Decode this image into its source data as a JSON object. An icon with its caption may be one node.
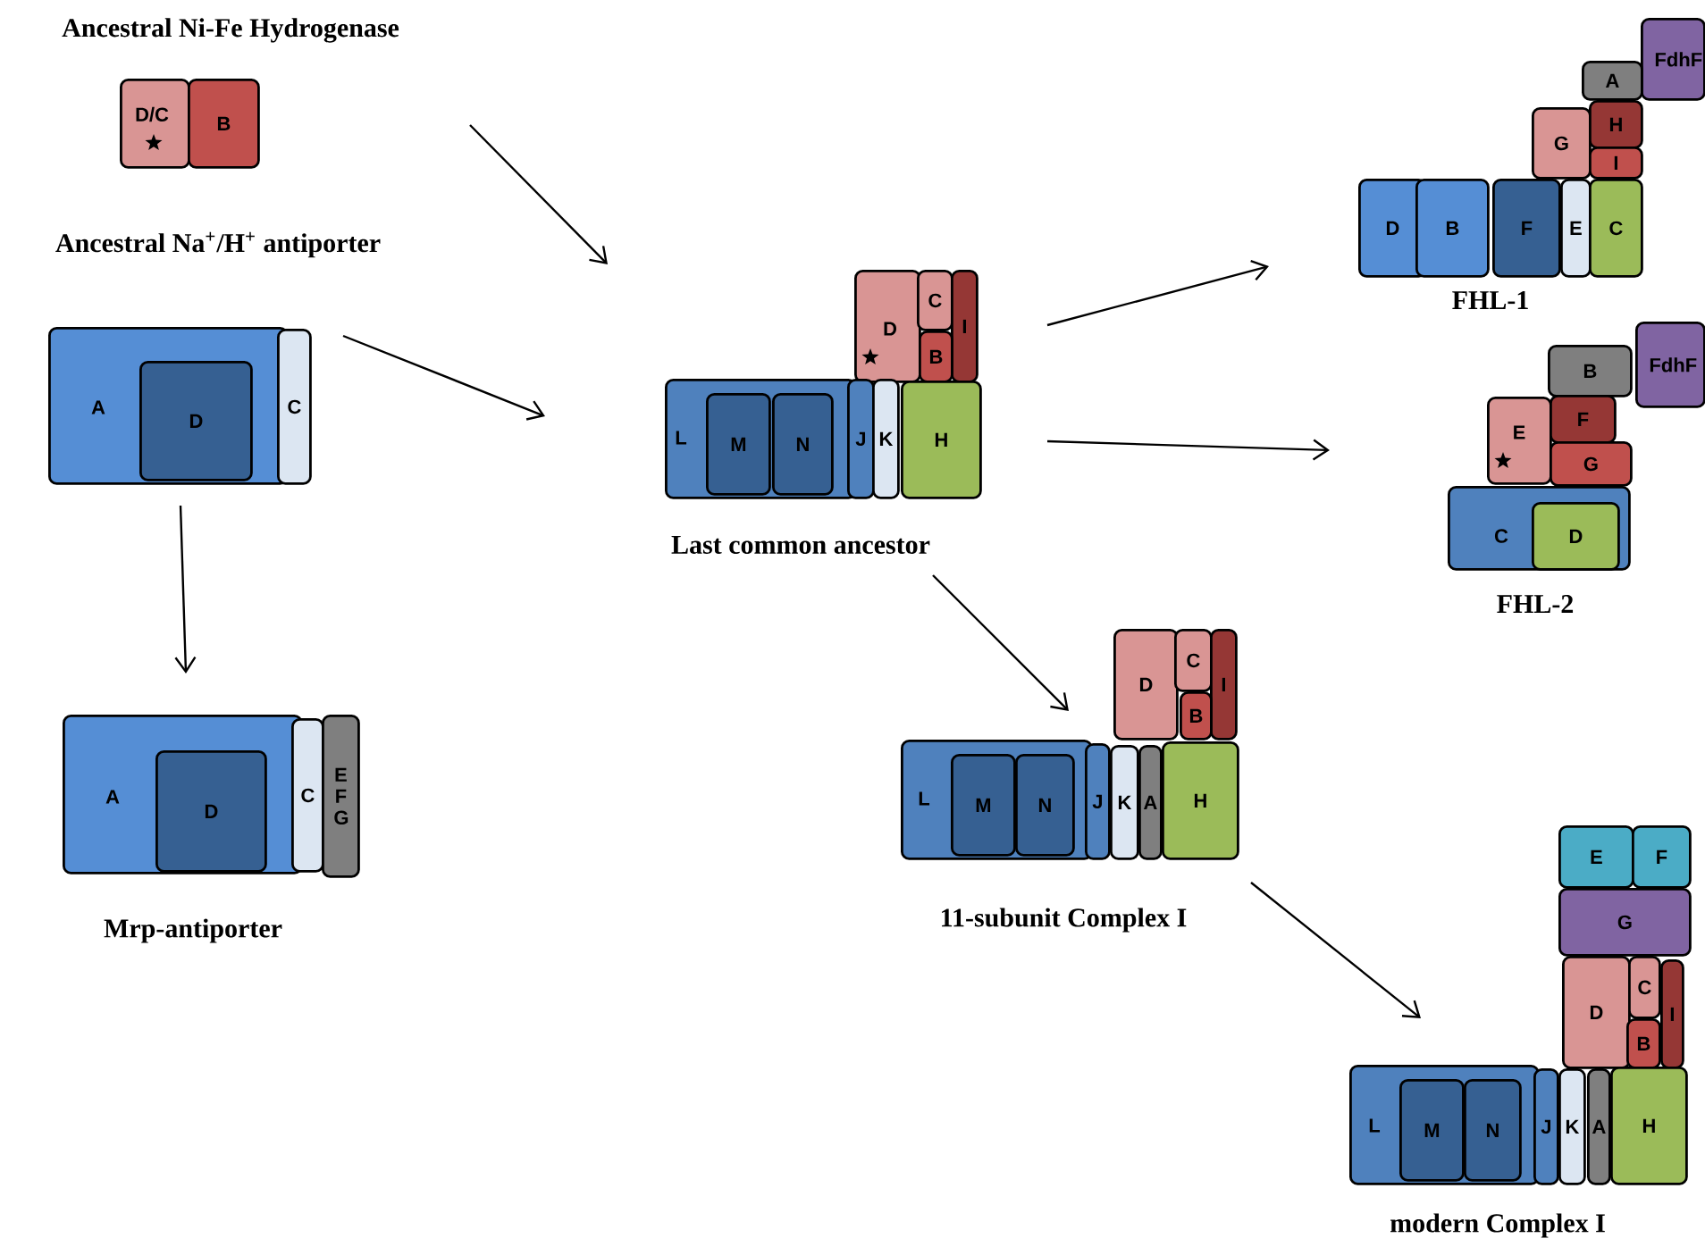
{
  "diagram": {
    "nodes": [
      {
        "text": [
          "D/C"
        ]
      },
      {
        "text": [
          "B"
        ]
      },
      {
        "text": [
          "A"
        ]
      },
      {
        "text": [
          "D"
        ],
        "in": 2
      },
      {
        "text": [
          "C"
        ]
      },
      {
        "text": [
          "A"
        ]
      },
      {
        "text": [
          "D"
        ],
        "in": 5
      },
      {
        "text": [
          "C"
        ]
      },
      {
        "text": [
          "E F G"
        ]
      },
      {
        "text": [
          "D"
        ]
      },
      {
        "text": [
          "C"
        ]
      },
      {
        "text": [
          "I"
        ]
      },
      {
        "text": [
          "B"
        ]
      },
      {
        "text": [
          "L"
        ]
      },
      {
        "text": [
          "M"
        ],
        "in": 13
      },
      {
        "text": [
          "N"
        ],
        "in": 13
      },
      {
        "text": [
          "J"
        ]
      },
      {
        "text": [
          "K"
        ]
      },
      {
        "text": [
          "H"
        ]
      },
      {
        "text": [
          "FdhF"
        ]
      },
      {
        "text": [
          "A"
        ]
      },
      {
        "text": [
          "G"
        ]
      },
      {
        "text": [
          "H"
        ]
      },
      {
        "text": [
          "I"
        ]
      },
      {
        "text": [
          "D"
        ]
      },
      {
        "text": [
          "B"
        ]
      },
      {
        "text": [
          "F"
        ]
      },
      {
        "text": [
          "E"
        ]
      },
      {
        "text": [
          "C"
        ]
      },
      {
        "text": [
          "FdhF"
        ]
      },
      {
        "text": [
          "B"
        ]
      },
      {
        "text": [
          "E"
        ]
      },
      {
        "text": [
          "F"
        ]
      },
      {
        "text": [
          "G"
        ]
      },
      {
        "text": [
          "C"
        ]
      },
      {
        "text": [
          "D"
        ],
        "in": 34
      },
      {
        "text": [
          "D"
        ]
      },
      {
        "text": [
          "C"
        ]
      },
      {
        "text": [
          "I"
        ]
      },
      {
        "text": [
          "B"
        ]
      },
      {
        "text": [
          "L"
        ]
      },
      {
        "text": [
          "M"
        ],
        "in": 40
      },
      {
        "text": [
          "N"
        ],
        "in": 40
      },
      {
        "text": [
          "J"
        ]
      },
      {
        "text": [
          "K"
        ]
      },
      {
        "text": [
          "A"
        ]
      },
      {
        "text": [
          "H"
        ]
      },
      {
        "text": [
          "E"
        ]
      },
      {
        "text": [
          "F"
        ]
      },
      {
        "text": [
          "G"
        ]
      },
      {
        "text": [
          "D"
        ]
      },
      {
        "text": [
          "C"
        ]
      },
      {
        "text": [
          "I"
        ]
      },
      {
        "text": [
          "B"
        ]
      },
      {
        "text": [
          "L"
        ]
      },
      {
        "text": [
          "M"
        ],
        "in": 54
      },
      {
        "text": [
          "N"
        ],
        "in": 54
      },
      {
        "text": [
          "J"
        ]
      },
      {
        "text": [
          "K"
        ]
      },
      {
        "text": [
          "A"
        ]
      },
      {
        "text": [
          "H"
        ]
      }
    ],
    "labels": [
      "Ancestral Ni-Fe Hydrogenase",
      "Ancestral Na$^{+}$/H$^{+}$ antiporter",
      "FHL-1",
      "Last common ancestor",
      "FHL-2",
      "11-subunit Complex I",
      "Mrp-antiporter",
      "modern Complex I"
    ]
  }
}
